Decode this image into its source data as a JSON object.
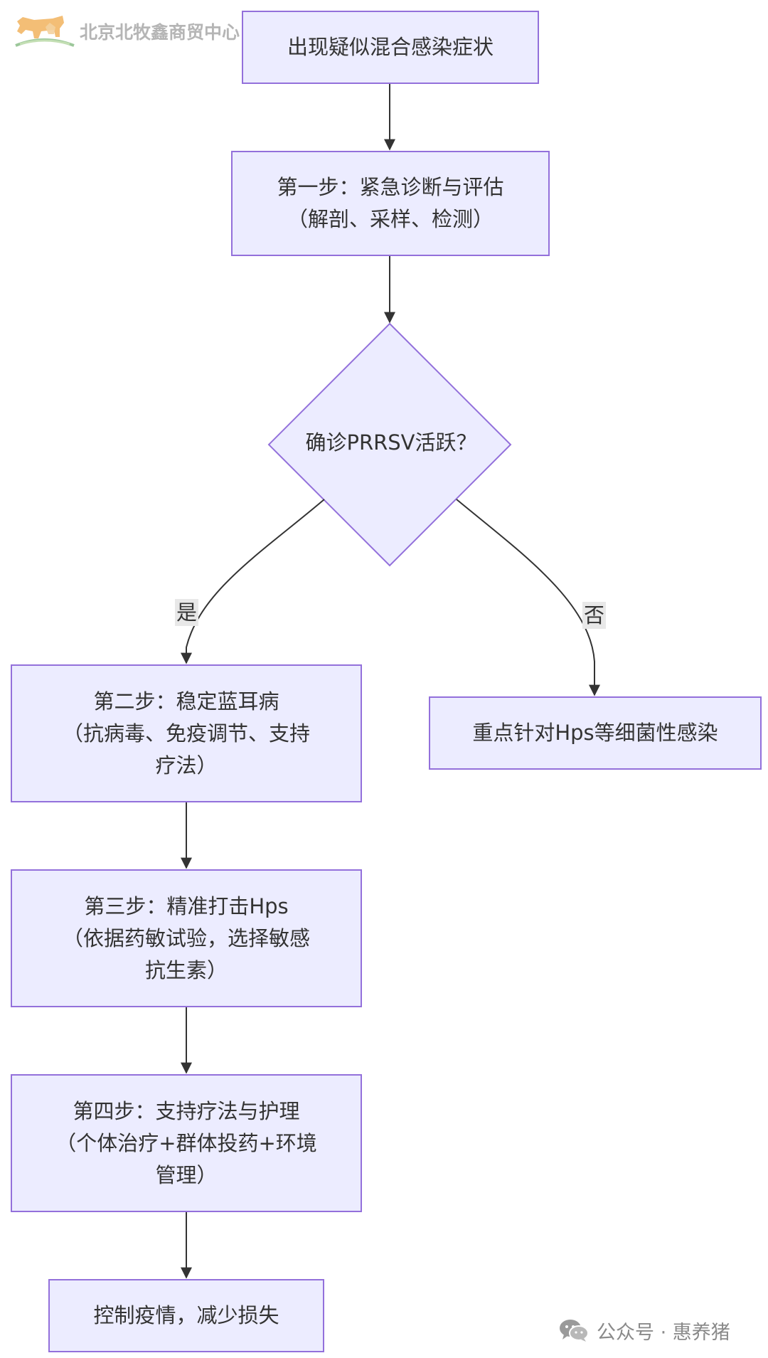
{
  "watermark": {
    "org_name": "北京北牧鑫商贸中心",
    "account": "公众号 · 惠养猪"
  },
  "diagram": {
    "nodes": {
      "start": {
        "lines": [
          "出现疑似混合感染症状"
        ]
      },
      "step1": {
        "lines": [
          "第一步：紧急诊断与评估",
          "（解剖、采样、检测）"
        ]
      },
      "decision": {
        "lines": [
          "确诊PRRSV活跃？"
        ]
      },
      "step2": {
        "lines": [
          "第二步：稳定蓝耳病",
          "（抗病毒、免疫调节、支持",
          "疗法）"
        ]
      },
      "bacterial": {
        "lines": [
          "重点针对Hps等细菌性感染"
        ]
      },
      "step3": {
        "lines": [
          "第三步：精准打击Hps",
          "（依据药敏试验，选择敏感",
          "抗生素）"
        ]
      },
      "step4": {
        "lines": [
          "第四步：支持疗法与护理",
          "（个体治疗+群体投药+环境",
          "管理）"
        ]
      },
      "end": {
        "lines": [
          "控制疫情，减少损失"
        ]
      }
    },
    "edge_labels": {
      "yes": "是",
      "no": "否"
    }
  },
  "colors": {
    "node_fill": "#ececff",
    "node_stroke": "#9370db",
    "edge": "#333333",
    "text": "#333333",
    "label_bg": "#e8e8e8"
  }
}
